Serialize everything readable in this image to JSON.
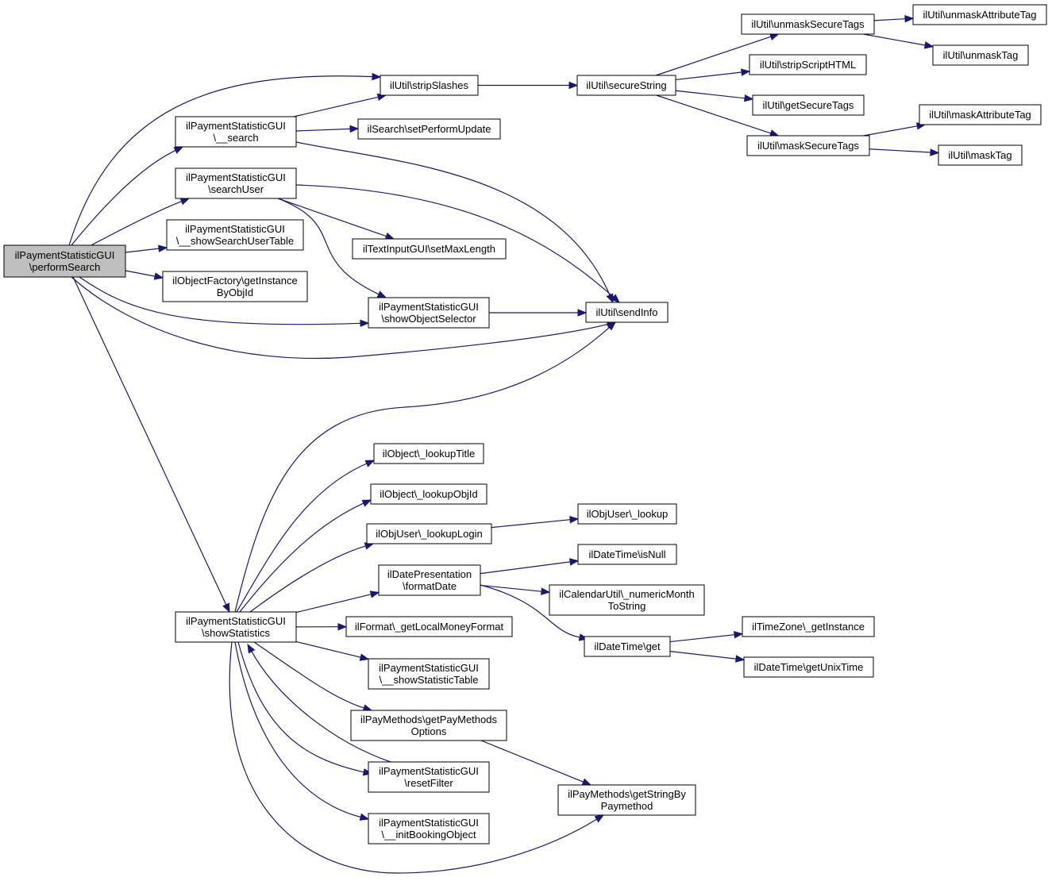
{
  "diagram": {
    "nodes": {
      "root": [
        "ilPaymentStatisticGUI",
        "\\performSearch"
      ],
      "search": [
        "ilPaymentStatisticGUI",
        "\\__search"
      ],
      "searchUser": [
        "ilPaymentStatisticGUI",
        "\\searchUser"
      ],
      "showSearchUserTable": [
        "ilPaymentStatisticGUI",
        "\\__showSearchUserTable"
      ],
      "getInstanceByObjId": [
        "ilObjectFactory\\getInstance",
        "ByObjId"
      ],
      "showObjectSelector": [
        "ilPaymentStatisticGUI",
        "\\showObjectSelector"
      ],
      "showStatistics": [
        "ilPaymentStatisticGUI",
        "\\showStatistics"
      ],
      "stripSlashes": [
        "ilUtil\\stripSlashes"
      ],
      "setPerformUpdate": [
        "ilSearch\\setPerformUpdate"
      ],
      "setMaxLength": [
        "ilTextInputGUI\\setMaxLength"
      ],
      "sendInfo": [
        "ilUtil\\sendInfo"
      ],
      "secureString": [
        "ilUtil\\secureString"
      ],
      "unmaskSecureTags": [
        "ilUtil\\unmaskSecureTags"
      ],
      "stripScriptHTML": [
        "ilUtil\\stripScriptHTML"
      ],
      "getSecureTags": [
        "ilUtil\\getSecureTags"
      ],
      "maskSecureTags": [
        "ilUtil\\maskSecureTags"
      ],
      "unmaskAttributeTag": [
        "ilUtil\\unmaskAttributeTag"
      ],
      "unmaskTag": [
        "ilUtil\\unmaskTag"
      ],
      "maskAttributeTag": [
        "ilUtil\\maskAttributeTag"
      ],
      "maskTag": [
        "ilUtil\\maskTag"
      ],
      "lookupTitle": [
        "ilObject\\_lookupTitle"
      ],
      "lookupObjId": [
        "ilObject\\_lookupObjId"
      ],
      "lookupLogin": [
        "ilObjUser\\_lookupLogin"
      ],
      "userLookup": [
        "ilObjUser\\_lookup"
      ],
      "formatDate": [
        "ilDatePresentation",
        "\\formatDate"
      ],
      "isNull": [
        "ilDateTime\\isNull"
      ],
      "numericMonth": [
        "ilCalendarUtil\\_numericMonth",
        "ToString"
      ],
      "dtGet": [
        "ilDateTime\\get"
      ],
      "tzGetInstance": [
        "ilTimeZone\\_getInstance"
      ],
      "getUnixTime": [
        "ilDateTime\\getUnixTime"
      ],
      "localMoney": [
        "ilFormat\\_getLocalMoneyFormat"
      ],
      "showStatisticTable": [
        "ilPaymentStatisticGUI",
        "\\__showStatisticTable"
      ],
      "getPayMethodsOptions": [
        "ilPayMethods\\getPayMethods",
        "Options"
      ],
      "resetFilter": [
        "ilPaymentStatisticGUI",
        "\\resetFilter"
      ],
      "initBookingObject": [
        "ilPaymentStatisticGUI",
        "\\__initBookingObject"
      ],
      "getStringByPaymethod": [
        "ilPayMethods\\getStringBy",
        "Paymethod"
      ]
    },
    "edges": [
      [
        "root",
        "stripSlashes"
      ],
      [
        "root",
        "search"
      ],
      [
        "root",
        "searchUser"
      ],
      [
        "root",
        "showSearchUserTable"
      ],
      [
        "root",
        "getInstanceByObjId"
      ],
      [
        "root",
        "showObjectSelector"
      ],
      [
        "root",
        "sendInfo"
      ],
      [
        "root",
        "showStatistics"
      ],
      [
        "search",
        "stripSlashes"
      ],
      [
        "search",
        "setPerformUpdate"
      ],
      [
        "search",
        "sendInfo"
      ],
      [
        "searchUser",
        "setMaxLength"
      ],
      [
        "searchUser",
        "showObjectSelector"
      ],
      [
        "searchUser",
        "sendInfo"
      ],
      [
        "showObjectSelector",
        "sendInfo"
      ],
      [
        "stripSlashes",
        "secureString"
      ],
      [
        "secureString",
        "unmaskSecureTags"
      ],
      [
        "secureString",
        "stripScriptHTML"
      ],
      [
        "secureString",
        "getSecureTags"
      ],
      [
        "secureString",
        "maskSecureTags"
      ],
      [
        "unmaskSecureTags",
        "unmaskAttributeTag"
      ],
      [
        "unmaskSecureTags",
        "unmaskTag"
      ],
      [
        "maskSecureTags",
        "maskAttributeTag"
      ],
      [
        "maskSecureTags",
        "maskTag"
      ],
      [
        "showStatistics",
        "sendInfo"
      ],
      [
        "showStatistics",
        "lookupTitle"
      ],
      [
        "showStatistics",
        "lookupObjId"
      ],
      [
        "showStatistics",
        "lookupLogin"
      ],
      [
        "showStatistics",
        "formatDate"
      ],
      [
        "showStatistics",
        "localMoney"
      ],
      [
        "showStatistics",
        "showStatisticTable"
      ],
      [
        "showStatistics",
        "getPayMethodsOptions"
      ],
      [
        "showStatistics",
        "resetFilter"
      ],
      [
        "showStatistics",
        "initBookingObject"
      ],
      [
        "showStatistics",
        "getStringByPaymethod"
      ],
      [
        "resetFilter",
        "showStatistics"
      ],
      [
        "lookupLogin",
        "userLookup"
      ],
      [
        "formatDate",
        "isNull"
      ],
      [
        "formatDate",
        "numericMonth"
      ],
      [
        "formatDate",
        "dtGet"
      ],
      [
        "dtGet",
        "tzGetInstance"
      ],
      [
        "dtGet",
        "getUnixTime"
      ],
      [
        "getPayMethodsOptions",
        "getStringByPaymethod"
      ]
    ]
  }
}
